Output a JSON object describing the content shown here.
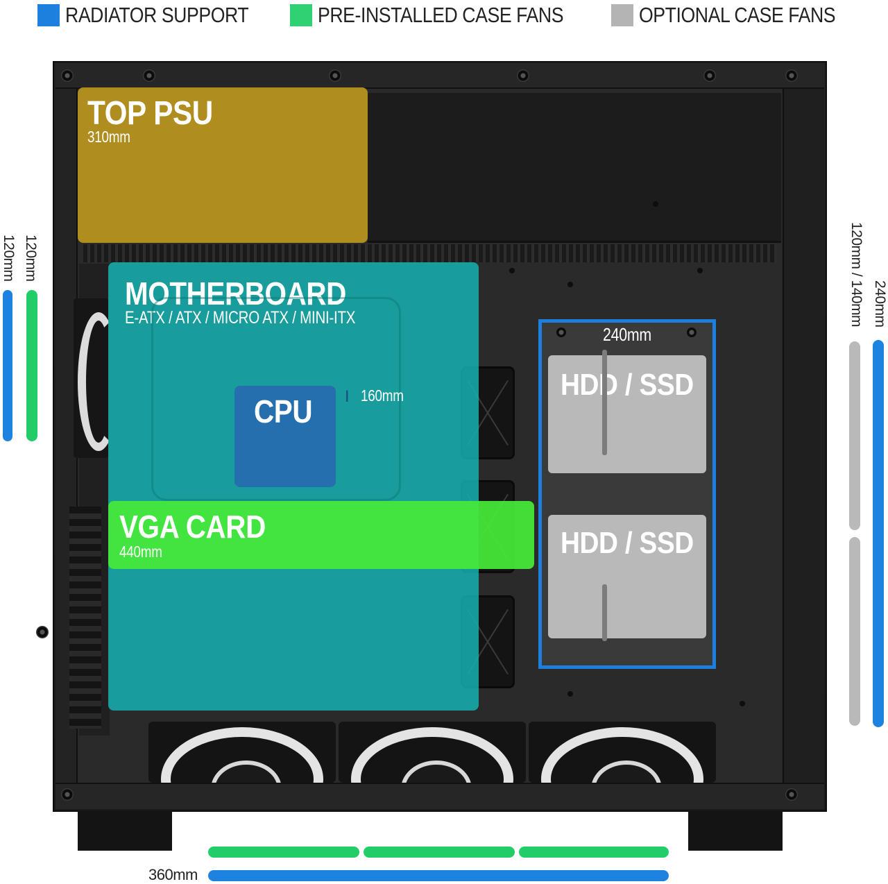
{
  "colors": {
    "radiator": "#1d7fde",
    "preinstalled": "#2fd173",
    "optional": "#b4b4b4",
    "psu": "#ba941e",
    "motherboard": "#16b0b0",
    "cpu": "#256fae",
    "vga": "#46ea38",
    "bar_blue": "#1d82e0",
    "bar_green": "#22cc66",
    "bar_gray": "#b9b9b9"
  },
  "legend": [
    {
      "label": "RADIATOR SUPPORT",
      "color": "#1d7fde"
    },
    {
      "label": "PRE-INSTALLED CASE FANS",
      "color": "#2fd173"
    },
    {
      "label": "OPTIONAL CASE FANS",
      "color": "#b4b4b4"
    }
  ],
  "zones": {
    "psu": {
      "title": "TOP PSU",
      "size": "310mm"
    },
    "motherboard": {
      "title": "MOTHERBOARD",
      "formats": "E-ATX / ATX / MICRO ATX / MINI-ITX"
    },
    "cpu": {
      "title": "CPU",
      "cooler_height": "160mm"
    },
    "vga": {
      "title": "VGA CARD",
      "size": "440mm"
    },
    "drive_bracket": {
      "radiator_size": "240mm",
      "trays": [
        "HDD / SSD",
        "HDD / SSD"
      ]
    }
  },
  "dimensions": {
    "rear_left_a": "120mm",
    "rear_left_b": "120mm",
    "front_right_a": "120mm / 140mm",
    "front_right_b": "240mm",
    "bottom": "360mm"
  },
  "icons": [
    "height-marker-icon",
    "case-fan-icon",
    "screw-icon",
    "cable-grommet-icon"
  ]
}
